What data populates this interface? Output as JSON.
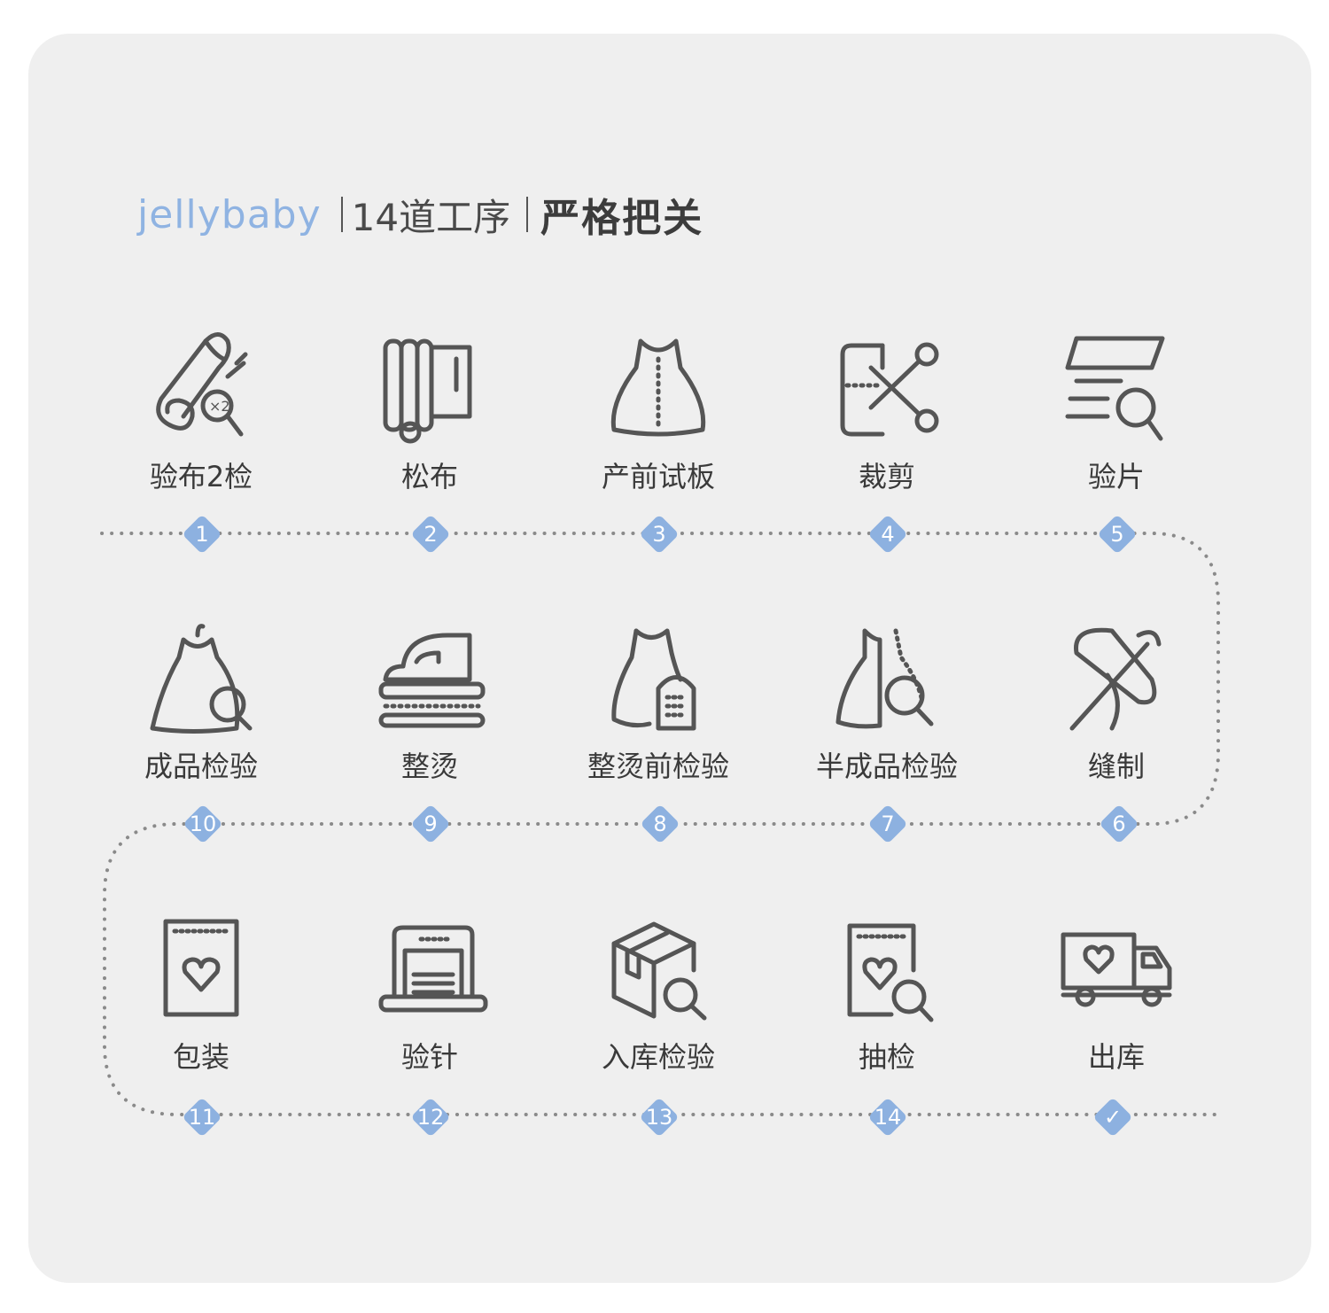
{
  "header": {
    "brand": "jellybaby",
    "subtitle": "14道工序",
    "headline": "严格把关"
  },
  "colors": {
    "accent": "#8db1e0",
    "background": "#efefef",
    "icon_stroke": "#555555",
    "dots": "#888888"
  },
  "steps": [
    {
      "label": "验布2检",
      "badge": "1",
      "icon": "fabric-roll-inspect-icon"
    },
    {
      "label": "松布",
      "badge": "2",
      "icon": "fabric-bolt-icon"
    },
    {
      "label": "产前试板",
      "badge": "3",
      "icon": "dress-sample-icon"
    },
    {
      "label": "裁剪",
      "badge": "4",
      "icon": "scissors-pattern-icon"
    },
    {
      "label": "验片",
      "badge": "5",
      "icon": "fabric-pieces-inspect-icon"
    },
    {
      "label": "缝制",
      "badge": "6",
      "icon": "needle-thread-icon"
    },
    {
      "label": "半成品检验",
      "badge": "7",
      "icon": "half-dress-inspect-icon"
    },
    {
      "label": "整烫前检验",
      "badge": "8",
      "icon": "dress-iron-check-icon"
    },
    {
      "label": "整烫",
      "badge": "9",
      "icon": "iron-icon"
    },
    {
      "label": "成品检验",
      "badge": "10",
      "icon": "dress-hanger-inspect-icon"
    },
    {
      "label": "包装",
      "badge": "11",
      "icon": "package-bag-icon"
    },
    {
      "label": "验针",
      "badge": "12",
      "icon": "needle-detector-icon"
    },
    {
      "label": "入库检验",
      "badge": "13",
      "icon": "box-inspect-icon"
    },
    {
      "label": "抽检",
      "badge": "14",
      "icon": "bag-spot-check-icon"
    },
    {
      "label": "出库",
      "badge": "✓",
      "icon": "delivery-truck-icon"
    }
  ]
}
